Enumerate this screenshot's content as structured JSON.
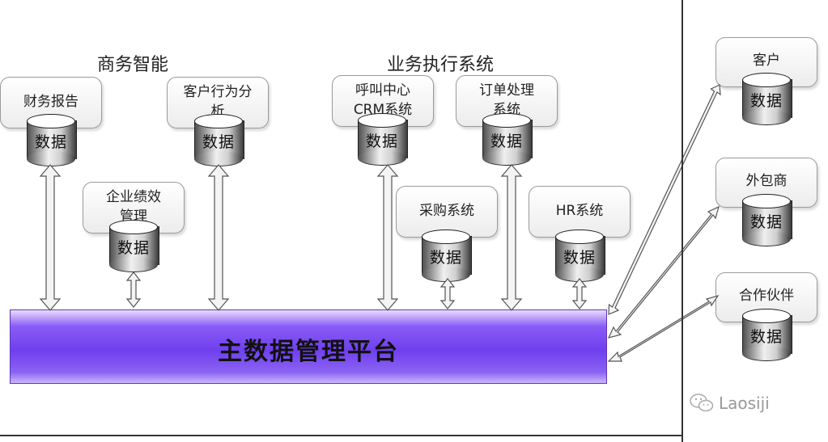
{
  "sections": {
    "business_intelligence": "商务智能",
    "business_execution": "业务执行系统"
  },
  "db_label": "数据",
  "systems": [
    {
      "id": "financial-report",
      "label": "财务报告"
    },
    {
      "id": "customer-behavior",
      "label": "客户行为分\n析"
    },
    {
      "id": "enterprise-performance",
      "label": "企业绩效\n管理"
    },
    {
      "id": "call-center-crm",
      "label": "呼叫中心\nCRM系统"
    },
    {
      "id": "order-processing",
      "label": "订单处理\n系统"
    },
    {
      "id": "procurement",
      "label": "采购系统"
    },
    {
      "id": "hr",
      "label": "HR系统"
    }
  ],
  "external": [
    {
      "id": "customer",
      "label": "客户"
    },
    {
      "id": "outsourcer",
      "label": "外包商"
    },
    {
      "id": "partner",
      "label": "合作伙伴"
    }
  ],
  "platform": {
    "label": "主数据管理平台"
  },
  "watermark": {
    "text": "Laosiji",
    "icon": "wechat-icon"
  },
  "colors": {
    "platform": "#7a4ef0",
    "arrow_fill": "#f4f4f4",
    "arrow_stroke": "#555555"
  }
}
